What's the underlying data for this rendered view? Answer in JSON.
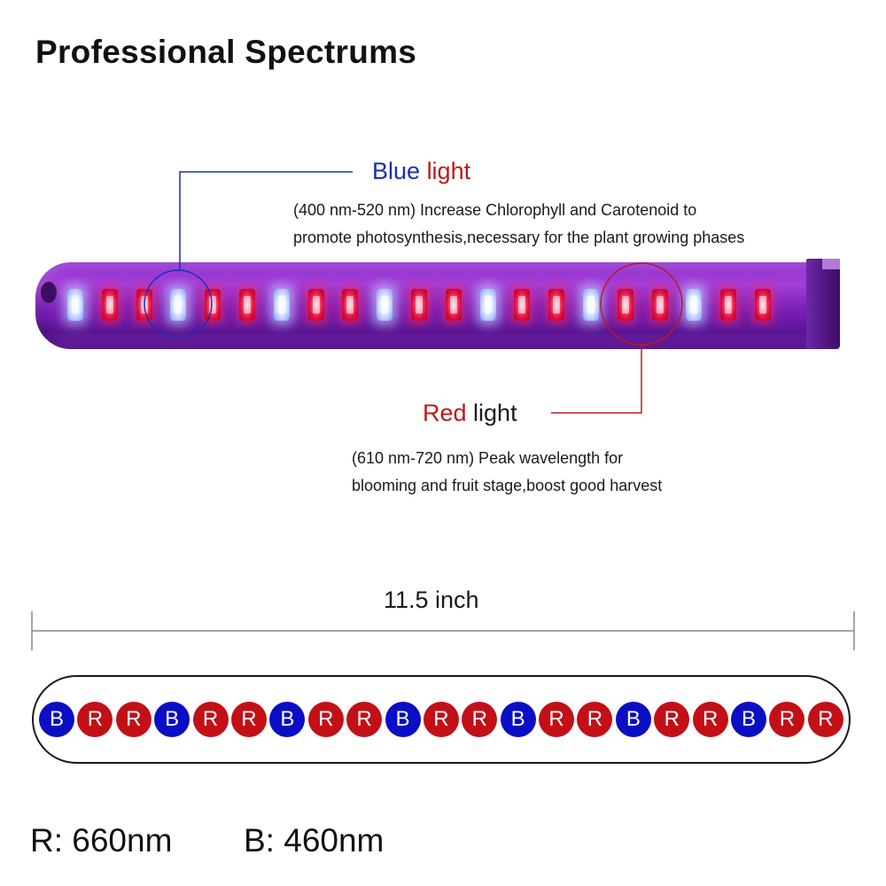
{
  "title": "Professional Spectrums",
  "blue_callout": {
    "word_blue": "Blue",
    "word_light": "light",
    "description_line1": "(400 nm-520 nm) Increase Chlorophyll and Carotenoid to",
    "description_line2": "promote photosynthesis,necessary for the plant growing phases"
  },
  "red_callout": {
    "word_red": "Red",
    "word_light": "light",
    "description_line1": "(610 nm-720 nm) Peak wavelength for",
    "description_line2": "blooming and fruit stage,boost good harvest"
  },
  "dimension": "11.5 inch",
  "led_sequence": [
    "B",
    "R",
    "R",
    "B",
    "R",
    "R",
    "B",
    "R",
    "R",
    "B",
    "R",
    "R",
    "B",
    "R",
    "R",
    "B",
    "R",
    "R",
    "B",
    "R",
    "R"
  ],
  "wavelengths": {
    "red": "R: 660nm",
    "blue": "B: 460nm"
  },
  "colors": {
    "blue_led": "#0a0ec4",
    "red_led": "#c21016",
    "blue_text": "#1b2eb4",
    "red_text": "#c01818"
  }
}
